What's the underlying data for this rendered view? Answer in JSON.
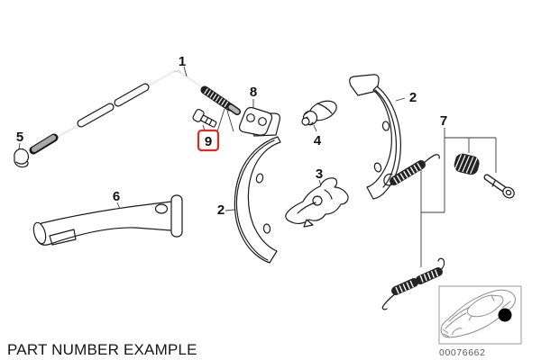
{
  "page": {
    "background": "#ffffff",
    "caption": "PART NUMBER EXAMPLE"
  },
  "inset": {
    "code": "00076662"
  },
  "callouts": {
    "n1": "1",
    "n2_left": "2",
    "n2_right": "2",
    "n3": "3",
    "n4": "4",
    "n5": "5",
    "n6": "6",
    "n7": "7",
    "n8": "8",
    "n9": "9"
  },
  "highlight": {
    "color": "#dd2b24"
  },
  "colors": {
    "line": "#1a1a1a",
    "spring": "#242424",
    "metal_gray": "#a8a8a8",
    "inset_stroke": "#9b9b9b",
    "code_text": "#575757"
  }
}
